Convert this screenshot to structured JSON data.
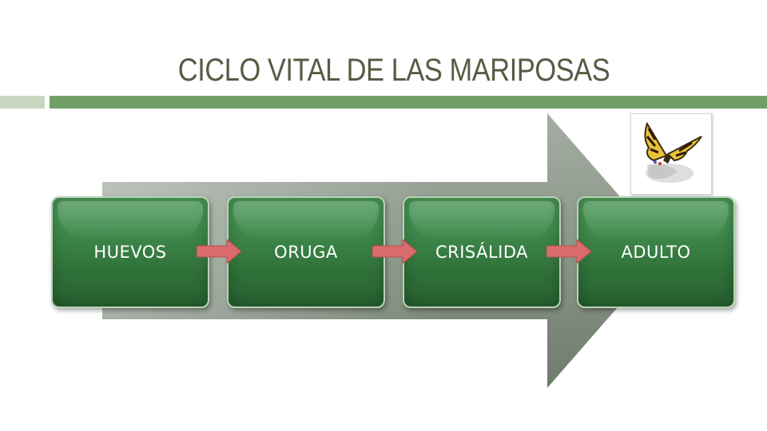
{
  "slide": {
    "title": "CICLO VITAL DE LAS MARIPOSAS"
  },
  "stages": [
    {
      "label": "HUEVOS"
    },
    {
      "label": "ORUGA"
    },
    {
      "label": "CRISÁLIDA"
    },
    {
      "label": "ADULTO"
    }
  ],
  "image": {
    "icon": "butterfly-icon"
  },
  "colors": {
    "title": "#5a5a45",
    "accent_bar": "#70a068",
    "accent_bar_light": "#c8d8c0",
    "box_fill": "#3f8a4c",
    "connector": "#d96b6b",
    "big_arrow": "#8a9a88"
  }
}
